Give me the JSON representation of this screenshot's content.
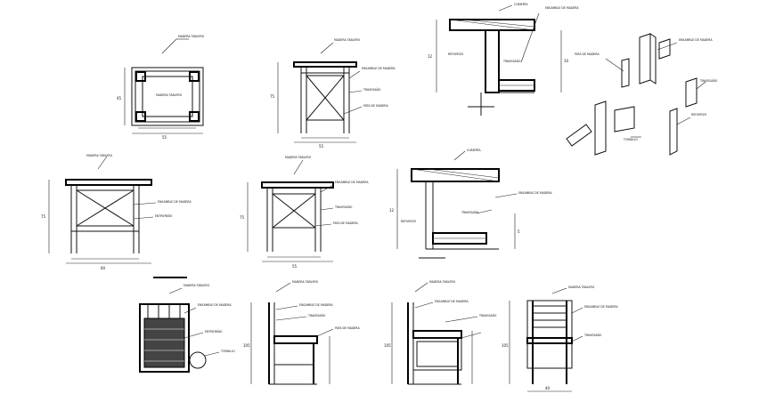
{
  "drawing": {
    "background": "#ffffff",
    "line_color": "#111111",
    "labels": {
      "madera_tablero": "MADERA TABLERO",
      "espesor_madera": "ENSAMBLE DE MADERA",
      "travesano": "TRAVESAÑO",
      "entrepano": "ENTREPAÑO",
      "pata": "PATA DE MADERA",
      "tornillo": "TORNILLO",
      "refuerzo": "REFUERZO",
      "cubierta": "CUBIERTA"
    },
    "dims": {
      "d55": "55",
      "d45": "45",
      "d40": "40",
      "d60": "60",
      "d75": "75",
      "d105": "105",
      "d5": "5",
      "d10": "10",
      "d12": "12"
    }
  }
}
